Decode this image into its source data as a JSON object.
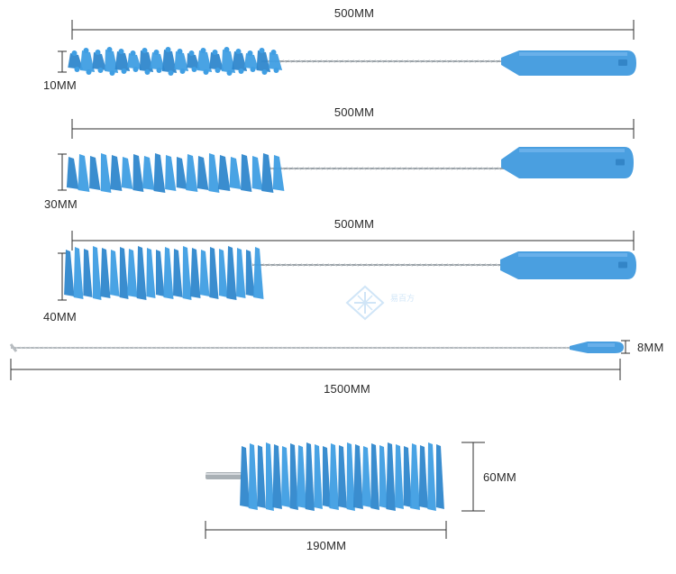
{
  "colors": {
    "bristle": "#3f9ee3",
    "bristle_dark": "#2f87cc",
    "handle": "#4a9fe0",
    "handle_dark": "#3385c7",
    "wire": "#9aa2a8",
    "dimension_line": "#2f2f2f",
    "background": "#ffffff"
  },
  "brushes": [
    {
      "length_label": "500MM",
      "diameter_label": "10MM"
    },
    {
      "length_label": "500MM",
      "diameter_label": "30MM"
    },
    {
      "length_label": "500MM",
      "diameter_label": "40MM"
    },
    {
      "length_label": "1500MM",
      "diameter_label": "8MM"
    },
    {
      "length_label": "190MM",
      "diameter_label": "60MM"
    }
  ],
  "watermark": {
    "icon": "snowflake-diamond-icon",
    "text": "易百方"
  }
}
